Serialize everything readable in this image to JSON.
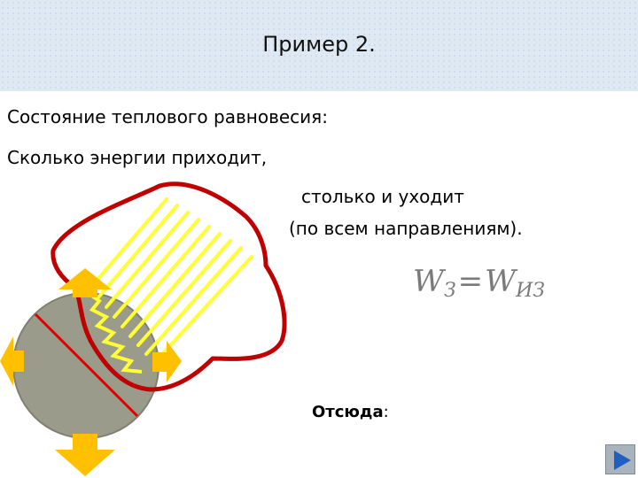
{
  "header": {
    "title": "Пример 2."
  },
  "text": {
    "line1": "Состояние теплового равновесия:",
    "line2": "Сколько энергии приходит,",
    "line3": "столько и уходит",
    "line4": "(по всем направлениям)."
  },
  "formula": {
    "w1": "W",
    "sub1": "З",
    "eq": "=",
    "w2": "W",
    "sub2": "ИЗ"
  },
  "footer": {
    "label": "Отсюда",
    "colon": ":"
  },
  "icons": {
    "nav": "next-slide-triangle-icon"
  },
  "colors": {
    "header_bg": "#dfe9f3",
    "cloud": "#c00000",
    "rays": "#ffff33",
    "arrows": "#ffc000",
    "earth": "#9a9b8a",
    "nav": "#a9b3bc"
  }
}
